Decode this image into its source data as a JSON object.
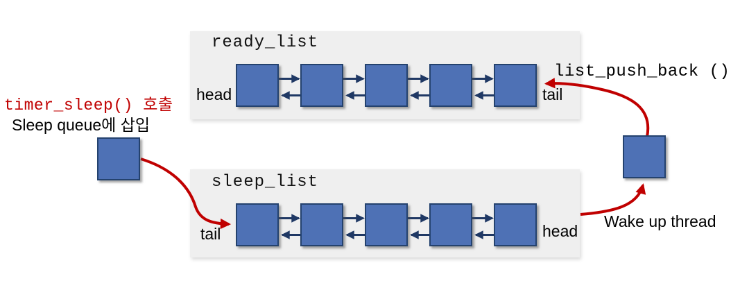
{
  "ready_list": {
    "title": "ready_list",
    "head_label": "head",
    "tail_label": "tail",
    "node_count": 5
  },
  "sleep_list": {
    "title": "sleep_list",
    "head_label": "head",
    "tail_label": "tail",
    "node_count": 5
  },
  "annotations": {
    "timer_sleep_call": "timer_sleep() 호출",
    "sleep_queue_insert": "Sleep queue에 삽입",
    "list_push_back": "list_push_back ()",
    "wake_up_thread": "Wake up thread"
  },
  "colors": {
    "node_fill": "#4E71B5",
    "node_border": "#24426E",
    "link_arrow": "#1F3864",
    "flow_arrow": "#C00000",
    "panel_background": "#EFEFEF",
    "accent_text": "#C00000"
  }
}
